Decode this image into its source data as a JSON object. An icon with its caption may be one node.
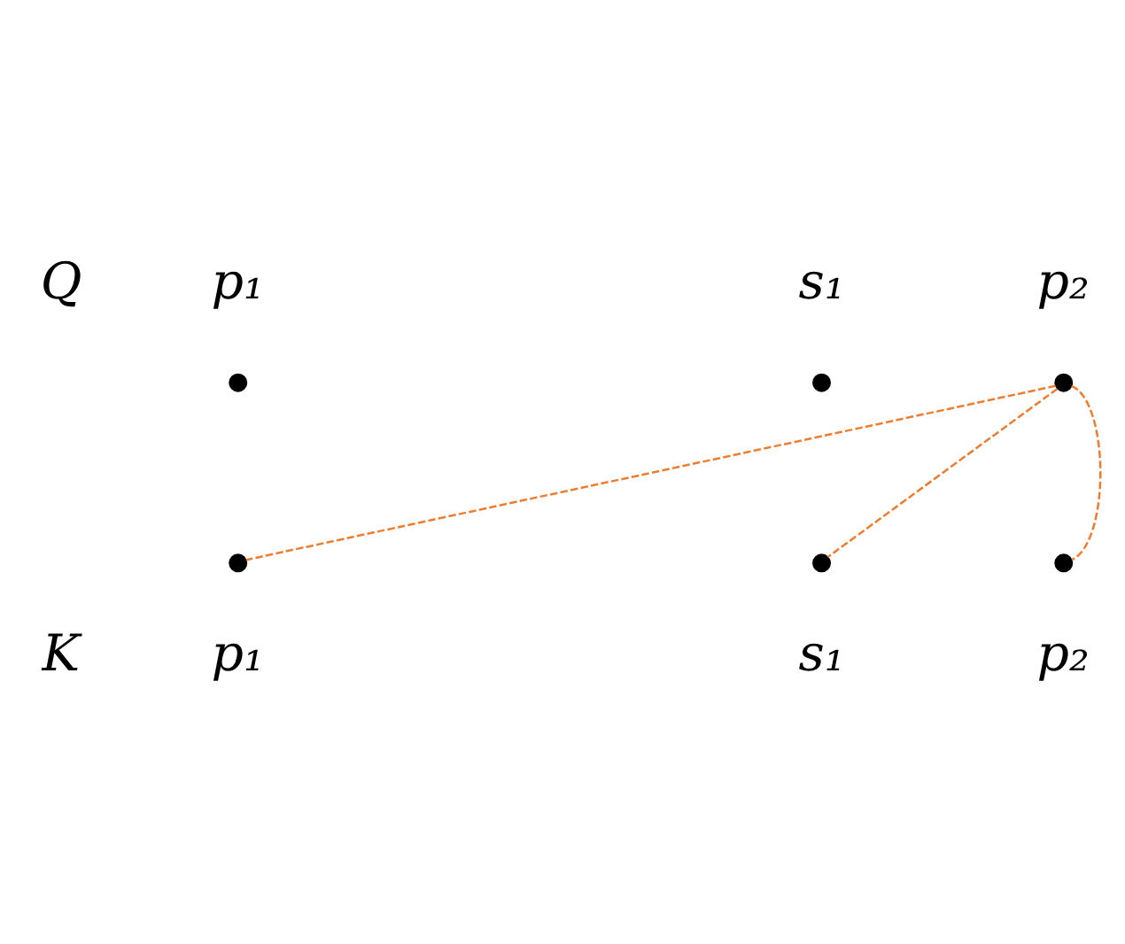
{
  "diagram": {
    "nodes": [
      {
        "text": [],
        "shape": "circle",
        "beside": [
          "p₁"
        ]
      },
      {
        "text": [],
        "shape": "circle",
        "beside": [
          "s₁"
        ]
      },
      {
        "text": [],
        "shape": "circle",
        "beside": [
          "p₂"
        ]
      },
      {
        "text": [],
        "shape": "circle",
        "beside": [
          "p₁"
        ]
      },
      {
        "text": [],
        "shape": "circle",
        "beside": [
          "s₁"
        ]
      },
      {
        "text": [],
        "shape": "circle",
        "beside": [
          "p₂"
        ]
      }
    ],
    "edges": [
      {
        "from": 2,
        "to": 3,
        "arrow": "none",
        "style": "dashed",
        "color": "#ed7d31"
      },
      {
        "from": 2,
        "to": 4,
        "arrow": "none",
        "style": "dashed",
        "color": "#ed7d31"
      },
      {
        "from": 2,
        "to": 5,
        "arrow": "none",
        "style": "dashed",
        "color": "#ed7d31"
      }
    ],
    "labels": [
      "Q",
      "K"
    ]
  }
}
